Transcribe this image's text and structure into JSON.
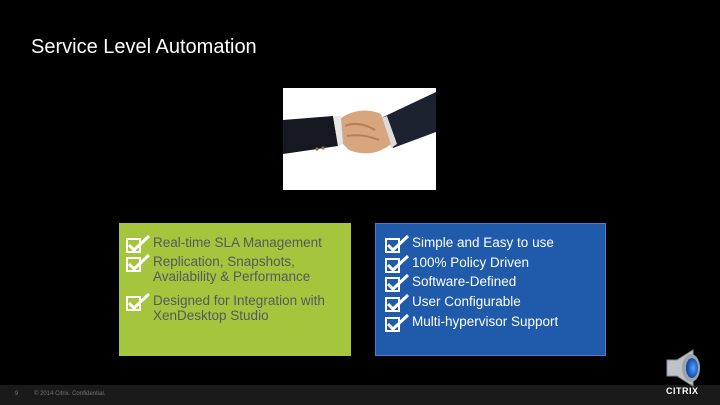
{
  "slide": {
    "title": "Service Level Automation",
    "photo_icon": "handshake-image"
  },
  "left_box": {
    "color": "#a5c53c",
    "items": [
      {
        "line1": "Real-time SLA Management",
        "line2": ""
      },
      {
        "line1": "Replication, Snapshots,",
        "line2": "Availability & Performance"
      },
      {
        "line1": "Designed for Integration with",
        "line2": "XenDesktop Studio"
      }
    ]
  },
  "right_box": {
    "color": "#1f5aab",
    "items": [
      "Simple and Easy to use",
      "100% Policy Driven",
      "Software-Defined",
      "User Configurable",
      "Multi-hypervisor Support"
    ]
  },
  "footer": {
    "page_number": "9",
    "copyright": "© 2014 Citrix. Confidential.",
    "logo": "CITRIX",
    "audio_icon": "speaker-icon"
  }
}
